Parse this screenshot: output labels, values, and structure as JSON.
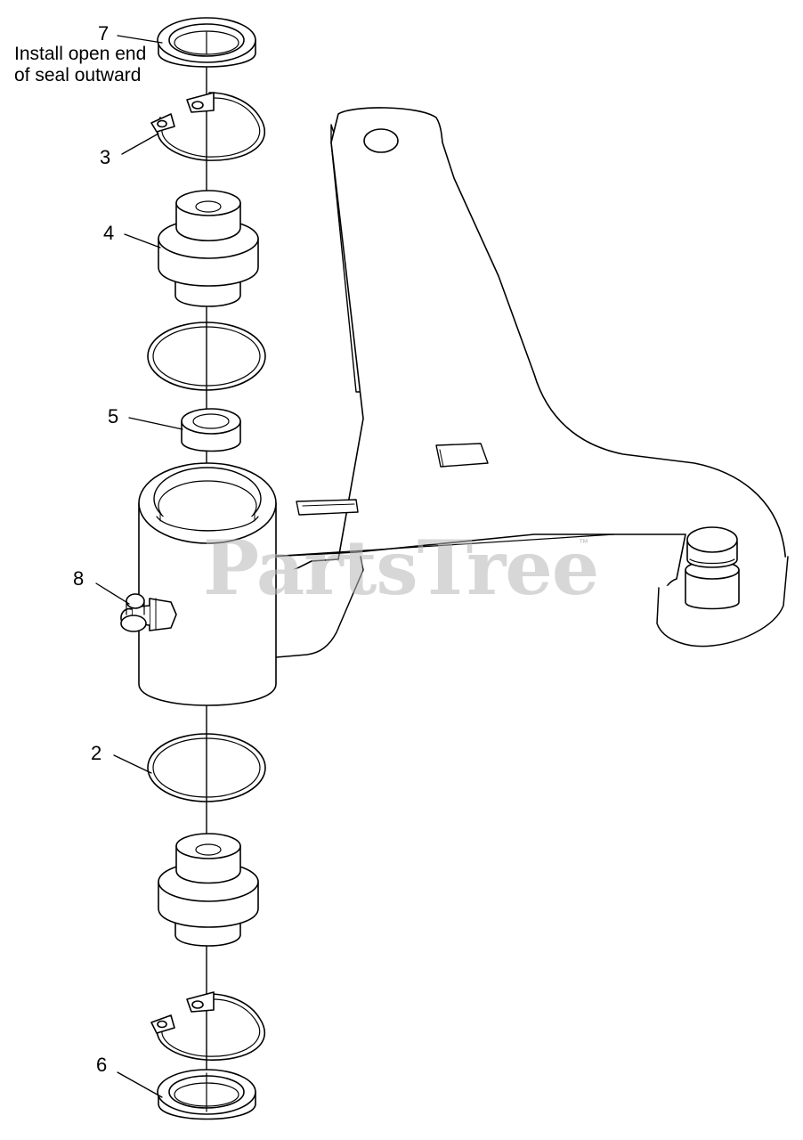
{
  "diagram": {
    "callouts": {
      "c2": "2",
      "c3": "3",
      "c4": "4",
      "c5": "5",
      "c6": "6",
      "c7": "7",
      "c8": "8"
    },
    "note": "Install open end of seal outward",
    "watermark": "PartsTree",
    "watermark_mark": "™"
  }
}
